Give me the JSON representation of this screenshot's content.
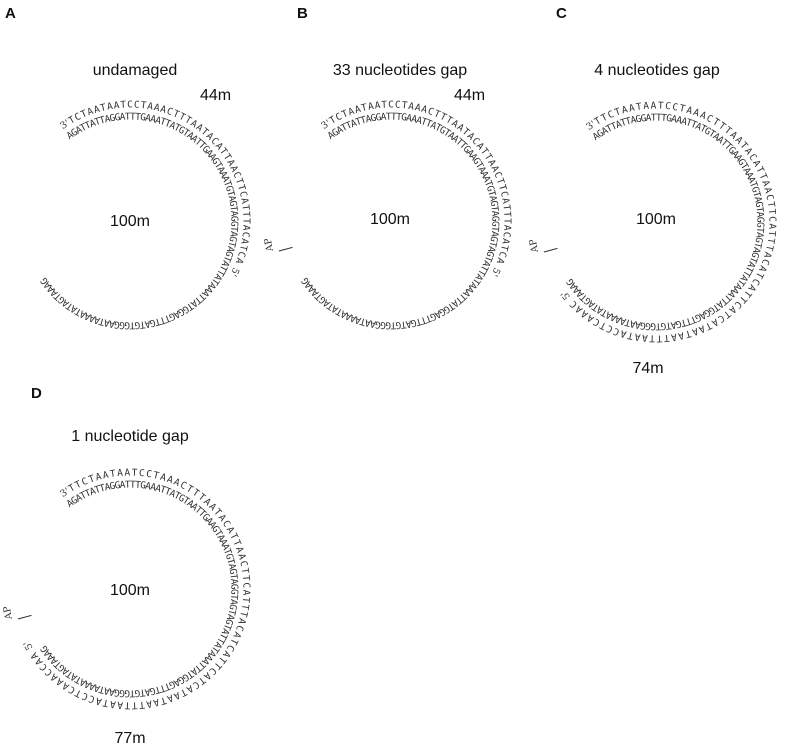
{
  "panels": [
    {
      "letter": "A",
      "title": "undamaged",
      "center_label": "100m",
      "outer_label": "44m",
      "outer_end_5": "5'",
      "outer_end_3": "3'",
      "outer_sequence": "TCTAATAATCCTAAACTTTAATACATTAACTTCATTTACATCA",
      "inner_sequence": "AGATTATTAGGATTTGAAATTATGTAATTGAAGTAAATGTAGTAGGTAGTAGTATTATAAATTATGGAGTTTGATGTGGGAATAAAATATAGTAAAG",
      "ap_label": ""
    },
    {
      "letter": "B",
      "title": "33 nucleotides gap",
      "center_label": "100m",
      "outer_label": "44m",
      "outer_end_5": "5'",
      "outer_end_3": "3'",
      "outer_sequence": "TCTAATAATCCTAAACTTTAATACATTAACTTCATTTACATCA",
      "inner_sequence": "AGATTATTAGGATTTGAAATTATGTAATTGAAGTAAATGTAGTAGGTAGTAGTATTATAAATTATGGAGTTTGATGTGGGAATAAAATATAGTAAAG",
      "ap_label": "AP"
    },
    {
      "letter": "C",
      "title": "4 nucleotides gap",
      "center_label": "100m",
      "outer_label": "74m",
      "outer_end_5": "5'",
      "outer_end_3": "3'",
      "outer_sequence": "TTCTAATAATCCTAAACTTTAATACATTAACTTCATTTACATCATTCATCATAATAATTTAATACCTCAAAC",
      "inner_sequence": "AGATTATTAGGATTTGAAATTATGTAATTGAAGTAAATGTAGTAGGTAGTAGTATTATAAATTATGGAGTTTGATGTGGGAATAAAATATAGTAAAG",
      "ap_label": "AP"
    },
    {
      "letter": "D",
      "title": "1 nucleotide gap",
      "center_label": "100m",
      "outer_label": "77m",
      "outer_end_5": "5'",
      "outer_end_3": "3'",
      "outer_sequence": "TTCTAATAATCCTAAACTTTAATACATTAACTTCATTTACATCATTCATCATAATAATTTAATACCTCAAACCAA",
      "inner_sequence": "AGATTATTAGGATTTGAAATTATGTAATTGAAGTAAATGTAGTAGGTAGTAGTATTATAAATTATGGAGTTTGATGTGGGAATAAAATATAGTAAAG",
      "ap_label": "AP"
    }
  ]
}
